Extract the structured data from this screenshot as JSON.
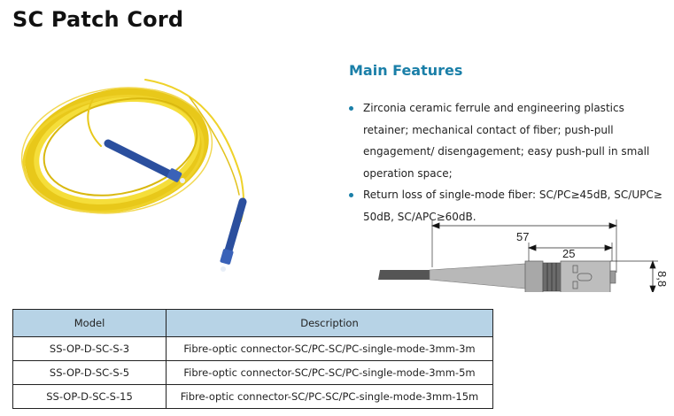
{
  "page": {
    "title": "SC Patch Cord"
  },
  "features": {
    "heading": "Main Features",
    "accent_color": "#1a7fa8",
    "items": [
      "Zirconia ceramic ferrule and engineering plastics retainer; mechanical contact of fiber; push-pull engagement/ disengagement; easy push-pull in small operation space;",
      "Return loss of single-mode fiber: SC/PC≥45dB, SC/UPC≥ 50dB, SC/APC≥60dB."
    ]
  },
  "drawing": {
    "dimensions": {
      "overall_length": "57",
      "connector_length": "25",
      "height": "8,8"
    }
  },
  "table": {
    "header_color": "#b7d3e6",
    "headers": [
      "Model",
      "Description"
    ],
    "rows": [
      [
        "SS-OP-D-SC-S-3",
        "Fibre-optic connector-SC/PC-SC/PC-single-mode-3mm-3m"
      ],
      [
        "SS-OP-D-SC-S-5",
        "Fibre-optic connector-SC/PC-SC/PC-single-mode-3mm-5m"
      ],
      [
        "SS-OP-D-SC-S-15",
        "Fibre-optic connector-SC/PC-SC/PC-single-mode-3mm-15m"
      ]
    ]
  }
}
